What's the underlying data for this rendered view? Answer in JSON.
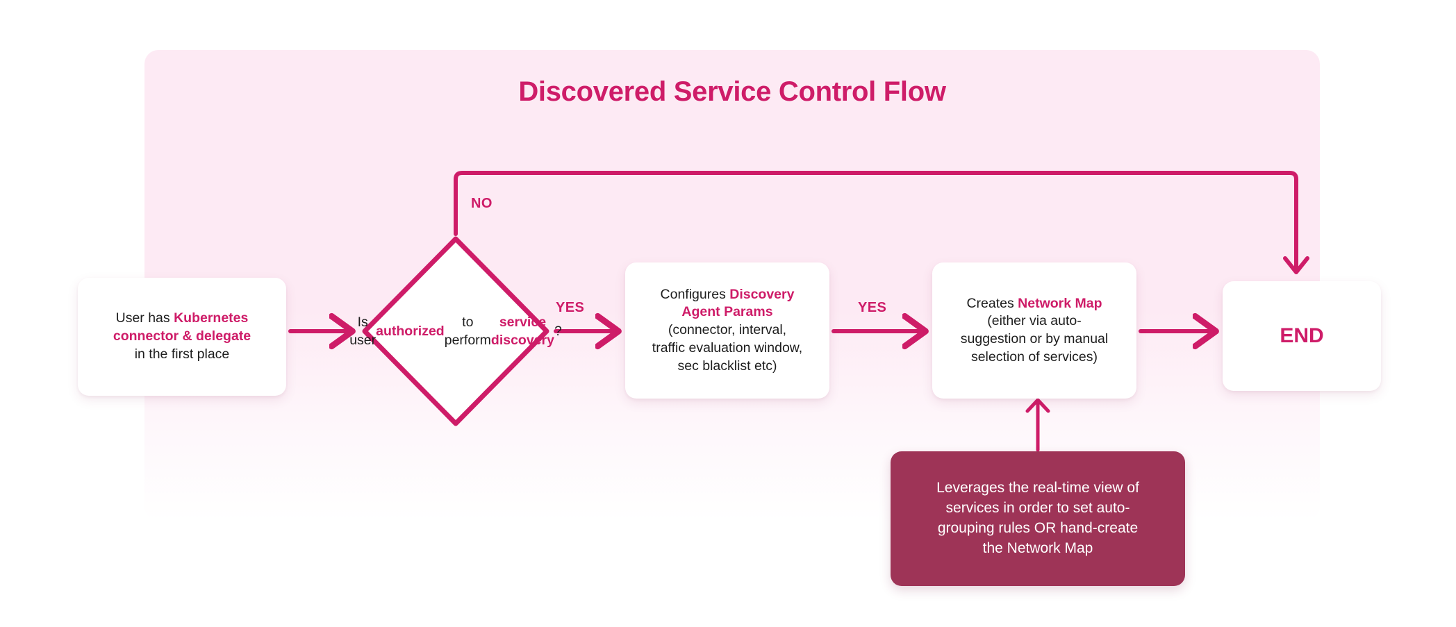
{
  "page": {
    "title": "Discovered Service Control Flow",
    "background": "#ffffff",
    "panel_color": "#fdeaf4",
    "accent_color": "#ce1c68",
    "note_color": "#9e3457",
    "text_color": "#1d1d1d"
  },
  "nodes": {
    "start": {
      "type": "process",
      "lines": [
        {
          "parts": [
            {
              "text": "User has ",
              "style": "normal"
            },
            {
              "text": "Kubernetes",
              "style": "highlight"
            }
          ]
        },
        {
          "parts": [
            {
              "text": "connector & delegate",
              "style": "highlight"
            }
          ]
        },
        {
          "parts": [
            {
              "text": "in the first place",
              "style": "normal"
            }
          ]
        }
      ]
    },
    "decision": {
      "type": "decision",
      "lines": [
        {
          "parts": [
            {
              "text": "Is user",
              "style": "normal"
            }
          ]
        },
        {
          "parts": [
            {
              "text": "authorized",
              "style": "highlight"
            }
          ]
        },
        {
          "parts": [
            {
              "text": "to perform",
              "style": "normal"
            }
          ]
        },
        {
          "parts": [
            {
              "text": "service discovery",
              "style": "highlight"
            },
            {
              "text": "?",
              "style": "normal"
            }
          ]
        }
      ]
    },
    "config": {
      "type": "process",
      "lines": [
        {
          "parts": [
            {
              "text": "Configures ",
              "style": "normal"
            },
            {
              "text": "Discovery",
              "style": "highlight"
            }
          ]
        },
        {
          "parts": [
            {
              "text": "Agent Params",
              "style": "highlight"
            }
          ]
        },
        {
          "parts": [
            {
              "text": "(connector, interval,",
              "style": "normal"
            }
          ]
        },
        {
          "parts": [
            {
              "text": "traffic evaluation window,",
              "style": "normal"
            }
          ]
        },
        {
          "parts": [
            {
              "text": "sec blacklist etc)",
              "style": "normal"
            }
          ]
        }
      ]
    },
    "map": {
      "type": "process",
      "lines": [
        {
          "parts": [
            {
              "text": "Creates ",
              "style": "normal"
            },
            {
              "text": "Network Map",
              "style": "highlight"
            }
          ]
        },
        {
          "parts": [
            {
              "text": "(either via auto-",
              "style": "normal"
            }
          ]
        },
        {
          "parts": [
            {
              "text": "suggestion or by manual",
              "style": "normal"
            }
          ]
        },
        {
          "parts": [
            {
              "text": "selection of services)",
              "style": "normal"
            }
          ]
        }
      ]
    },
    "end": {
      "type": "terminator",
      "label": "END"
    },
    "note": {
      "type": "annotation",
      "lines": [
        {
          "parts": [
            {
              "text": "Leverages the real-time view of",
              "style": "normal"
            }
          ]
        },
        {
          "parts": [
            {
              "text": "services in order to set auto-",
              "style": "normal"
            }
          ]
        },
        {
          "parts": [
            {
              "text": "grouping rules OR hand-create",
              "style": "normal"
            }
          ]
        },
        {
          "parts": [
            {
              "text": "the Network Map",
              "style": "normal"
            }
          ]
        }
      ]
    }
  },
  "edges": {
    "start_to_decision": {
      "label": ""
    },
    "decision_no": {
      "label": "NO"
    },
    "decision_yes": {
      "label": "YES"
    },
    "config_to_map": {
      "label": "YES"
    },
    "map_to_end": {
      "label": ""
    },
    "note_to_map": {
      "label": ""
    }
  }
}
